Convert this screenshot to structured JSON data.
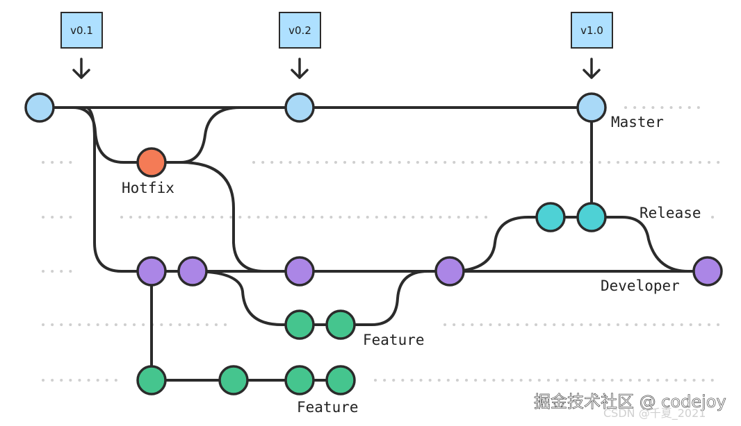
{
  "colors": {
    "master": "#a9d9f7",
    "hotfix": "#f47b56",
    "release": "#4ed1d5",
    "developer": "#ab86e6",
    "feature": "#45c58e",
    "tag_bg": "#aee0ff",
    "line": "#2b2b2b",
    "guide": "#cfcfcf"
  },
  "tags": [
    {
      "label": "v0.1"
    },
    {
      "label": "v0.2"
    },
    {
      "label": "v1.0"
    }
  ],
  "lanes": {
    "master": "Master",
    "hotfix": "Hotfix",
    "release": "Release",
    "developer": "Developer",
    "feature_1": "Feature",
    "feature_2": "Feature"
  },
  "watermark": {
    "main": "掘金技术社区 @ codejoy",
    "sub": "CSDN @千夏_2021"
  }
}
